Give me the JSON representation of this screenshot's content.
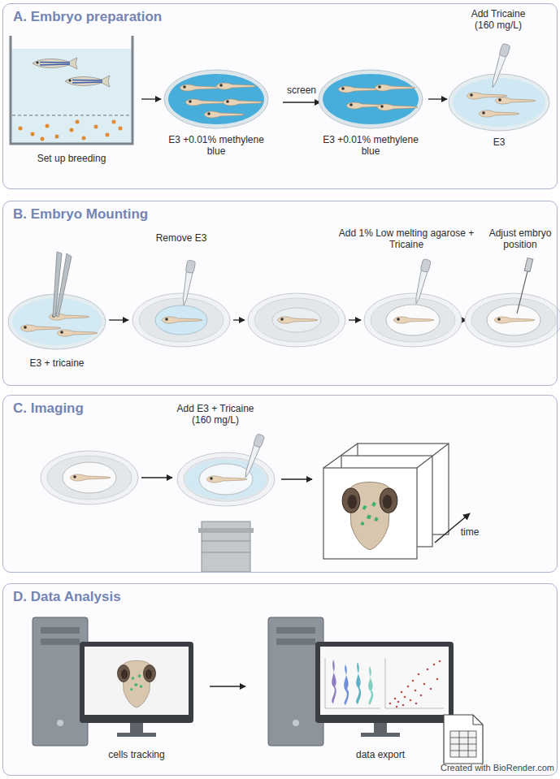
{
  "diagram": {
    "nodes": [
      {
        "text": [
          "A. Embryo preparation"
        ]
      },
      {
        "text": [
          "B. Embryo Mounting"
        ]
      },
      {
        "text": [
          "C. Imaging"
        ]
      },
      {
        "text": [
          "D. Data Analysis"
        ]
      }
    ],
    "labels": [
      "Add Tricaine (160 mg/L)",
      "Set up breeding",
      "E3 +0.01% methylene blue",
      "screen",
      "E3 +0.01% methylene blue",
      "E3",
      "Remove E3",
      "Add 1% Low melting agarose + Tricaine",
      "Adjust embryo position",
      "E3 + tricaine",
      "Add E3 + Tricaine (160 mg/L)",
      "time",
      "cells tracking",
      "data export",
      "Created with BioRender.com"
    ]
  }
}
